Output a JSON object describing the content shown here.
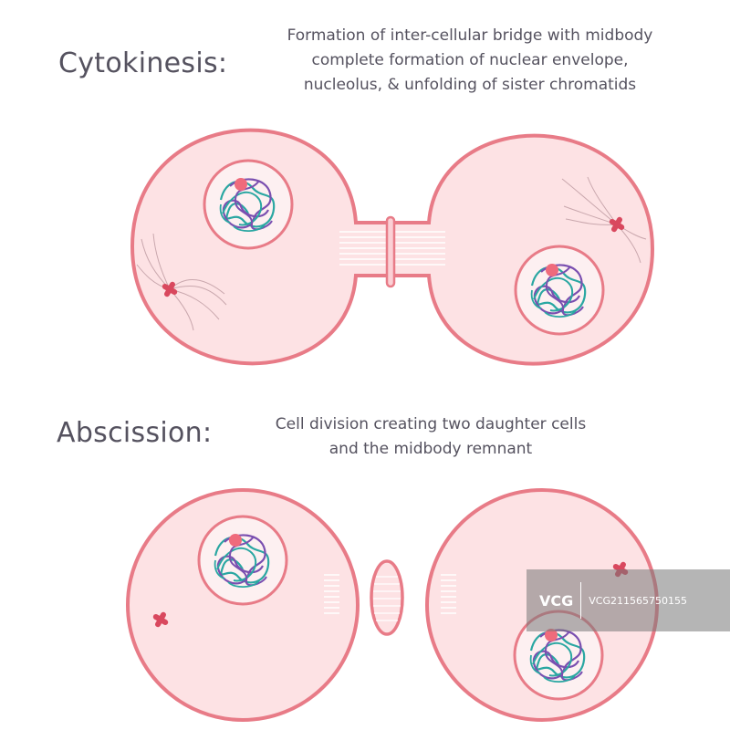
{
  "stages": [
    {
      "title": "Cytokinesis:",
      "description": [
        "Formation of inter-cellular bridge with midbody",
        "complete formation of nuclear envelope,",
        "nucleolus, & unfolding of sister chromatids"
      ]
    },
    {
      "title": "Abscission:",
      "description": [
        "Cell division creating two daughter cells",
        "and the  midbody remnant"
      ]
    }
  ],
  "watermark": {
    "logo": "VCG",
    "id": "VCG211565750155"
  },
  "colors": {
    "cell_fill": "#fde2e4",
    "cell_stroke": "#e87b87",
    "nucleus_fill": "#fdf0f1",
    "nucleolus": "#ef6b7c",
    "chromatid_teal": "#2aa7a2",
    "chromatid_purple": "#7a4fb0",
    "centrosome": "#d9485e",
    "text": "#55525f"
  }
}
